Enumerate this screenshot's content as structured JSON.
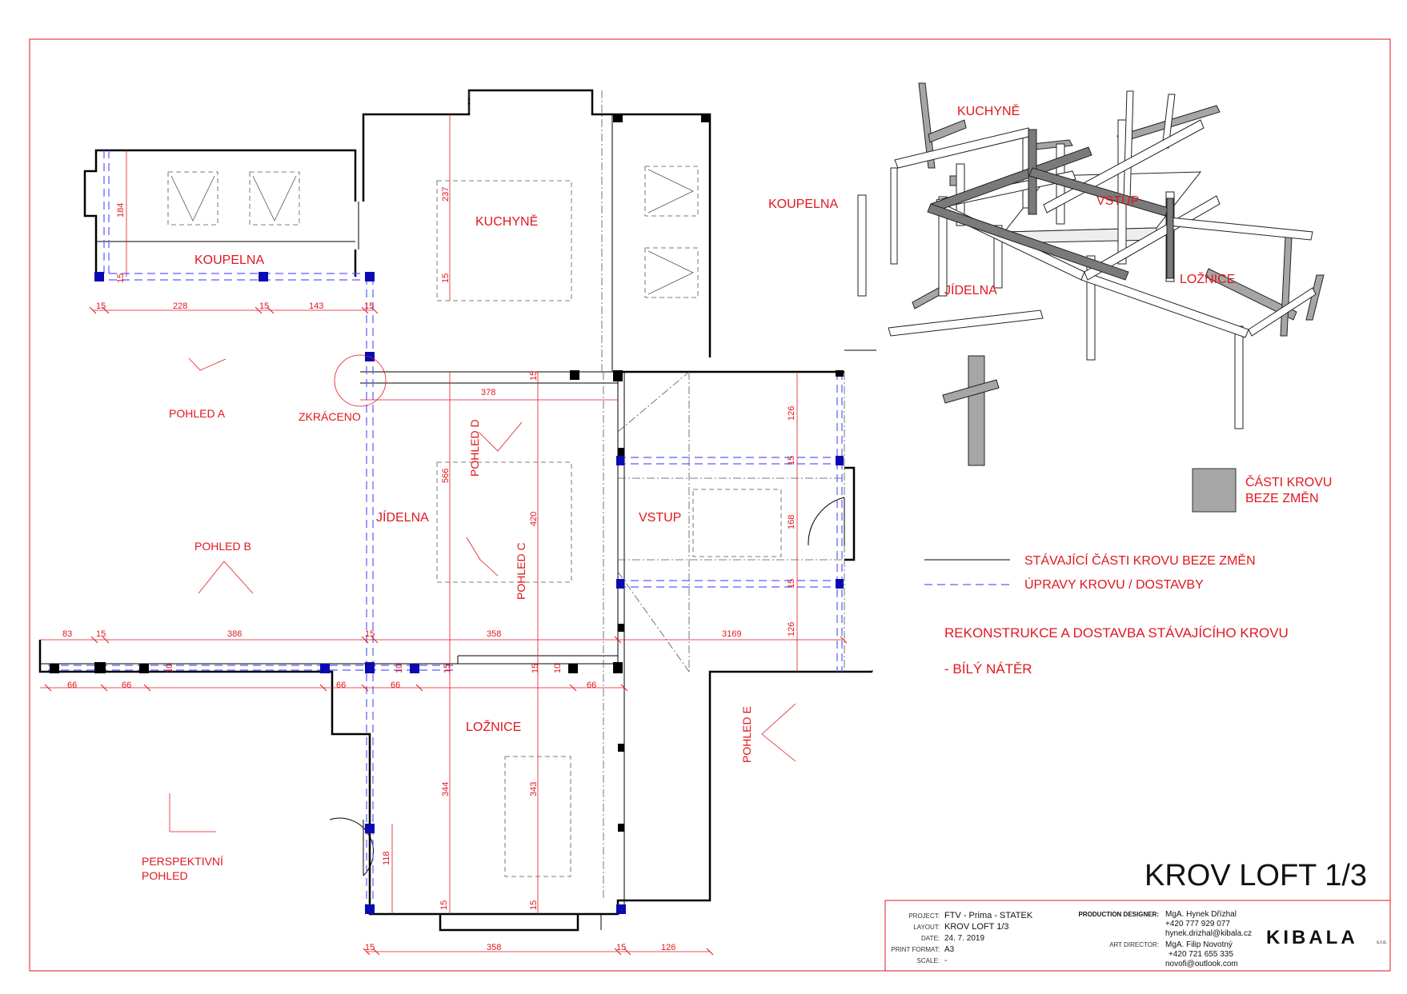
{
  "drawing": {
    "title": "KROV LOFT 1/3",
    "rooms": {
      "koupelna": "KOUPELNA",
      "kuchyne": "KUCHYNĚ",
      "jidelna": "JÍDELNA",
      "vstup": "VSTUP",
      "loznice": "LOŽNICE"
    },
    "views": {
      "pohled_a": "POHLED A",
      "pohled_b": "POHLED B",
      "pohled_c": "POHLED C",
      "pohled_d": "POHLED D",
      "pohled_e": "POHLED E",
      "perspektivni_1": "PERSPEKTIVNÍ",
      "perspektivni_2": "POHLED",
      "zkraceno": "ZKRÁCENO"
    },
    "dimensions": {
      "d184": "184",
      "d15": "15",
      "d228": "228",
      "d143": "143",
      "d237": "237",
      "d378": "378",
      "d126": "126",
      "d566": "566",
      "d420": "420",
      "d168": "168",
      "d83": "83",
      "d386": "386",
      "d358": "358",
      "d3169": "3169",
      "d66": "66",
      "d10": "10",
      "d344": "344",
      "d343": "343",
      "d118": "118"
    },
    "perspective_labels": {
      "kuchyne": "KUCHYNĚ",
      "koupelna": "KOUPELNA",
      "vstup": "VSTUP",
      "jidelna": "JÍDELNA",
      "loznice": "LOŽNICE"
    },
    "legend": {
      "gray_1": "ČÁSTI KROVU",
      "gray_2": "BEZE ZMĚN",
      "solid": "STÁVAJÍCÍ ČÁSTI KROVU BEZE ZMĚN",
      "dashed": "ÚPRAVY KROVU / DOSTAVBY",
      "note_1": "REKONSTRUKCE A DOSTAVBA STÁVAJÍCÍHO KROVU",
      "note_2": "- BÍLÝ NÁTĚR"
    }
  },
  "titleblock": {
    "project_label": "PROJECT:",
    "project": "FTV - Prima - STATEK",
    "layout_label": "LAYOUT:",
    "layout": "KROV LOFT 1/3",
    "date_label": "DATE:",
    "date": "24. 7. 2019",
    "format_label": "PRINT FORMAT:",
    "format": "A3",
    "scale_label": "SCALE:",
    "scale": "-",
    "pd_label": "PRODUCTION DESIGNER:",
    "pd_name": "MgA. Hynek Dřízhal",
    "pd_phone": "+420 777 929 077",
    "pd_email": "hynek.drizhal@kibala.cz",
    "ad_label": "ART DIRECTOR:",
    "ad_name": "MgA. Filip Novotný",
    "ad_phone": "+420 721 655 335",
    "ad_email": "novofi@outlook.com",
    "logo": "KIBALA",
    "logo_suffix": "s.r.o."
  },
  "colors": {
    "annotation": "#e0171f",
    "modified_line": "#5a5aff",
    "post": "#0a0ab4",
    "existing": "#000000",
    "unchanged_fill": "#a6a6a6"
  }
}
